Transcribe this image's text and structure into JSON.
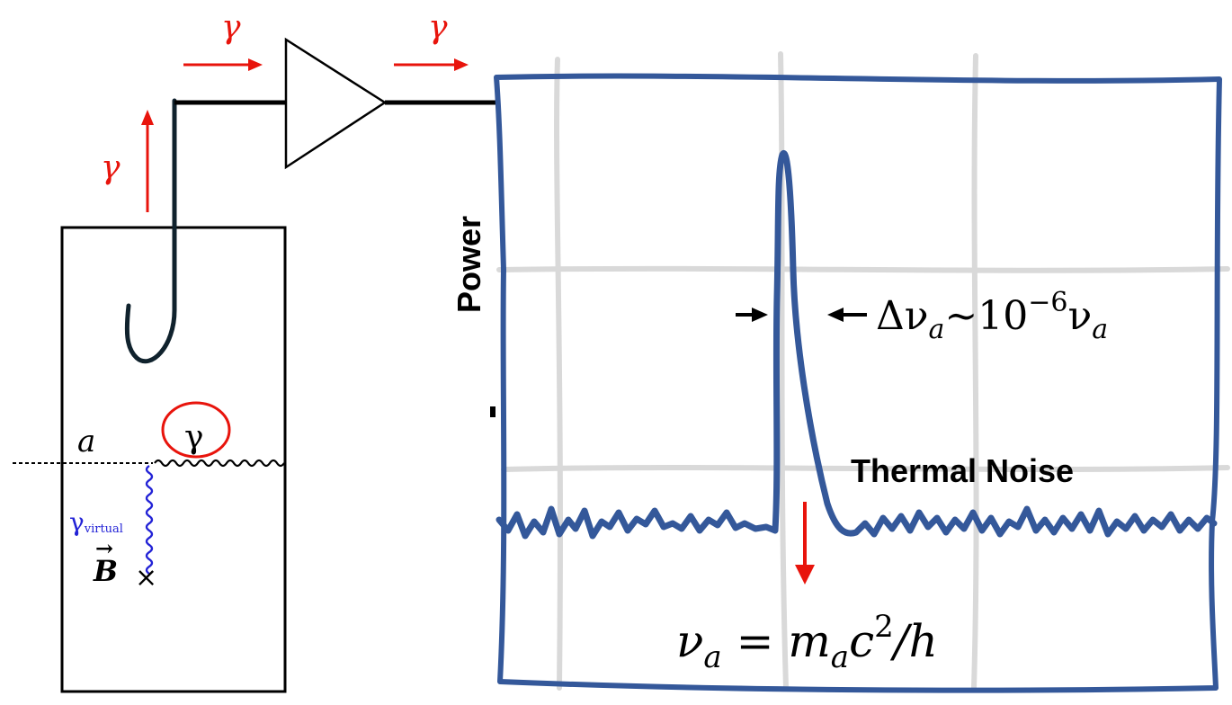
{
  "colors": {
    "photon_arrow": "#e8140c",
    "spectrum_line": "#34589a",
    "grid": "#d9d9d9",
    "feynman_virtual": "#2323d6",
    "circle": "#e8140c",
    "ink": "#000000"
  },
  "labels": {
    "gamma_top_left": "γ",
    "gamma_top_right": "γ",
    "gamma_side": "γ",
    "axis_power": "Power",
    "linewidth": "Δν",
    "linewidth_sub_a": "a",
    "linewidth_tilde": "∼",
    "linewidth_ten": "10",
    "linewidth_exp": "−6",
    "linewidth_nu": "ν",
    "linewidth_sub_a2": "a",
    "thermal_noise": "Thermal Noise",
    "freq_nu": "ν",
    "freq_sub_a": "a",
    "freq_equals": " = m",
    "freq_sub_a2": "a",
    "freq_c": "c",
    "freq_exp2": "2",
    "freq_over_h": "/h"
  },
  "feynman": {
    "axion": "a",
    "photon": "γ",
    "virtual": "γ",
    "virtual_sub": "virtual",
    "field": "B",
    "field_arrow": "→",
    "vertex_mark": "×"
  },
  "icons": {
    "amplifier": "amplifier-triangle-icon",
    "antenna": "pickup-hook-icon"
  }
}
